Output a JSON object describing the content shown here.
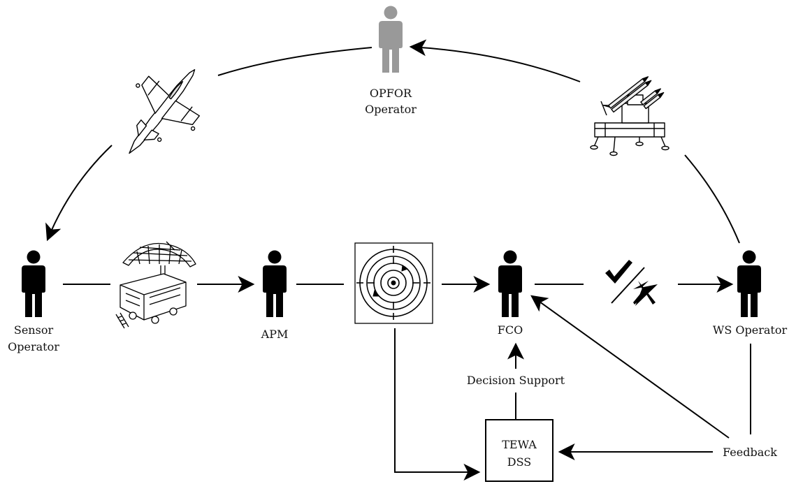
{
  "colors": {
    "line": "#000000",
    "person_primary": "#000000",
    "person_opfor": "#999999",
    "text": "#111111"
  },
  "labels": {
    "opfor_line1": "OPFOR",
    "opfor_line2": "Operator",
    "sensor_line1": "Sensor",
    "sensor_line2": "Operator",
    "apm": "APM",
    "fco": "FCO",
    "ws_operator": "WS Operator",
    "decision_support": "Decision Support",
    "tewa_line1": "TEWA",
    "tewa_line2": "DSS",
    "feedback": "Feedback"
  },
  "icons": {
    "opfor": "person-icon",
    "sensor": "person-icon",
    "apm": "person-icon",
    "fco": "person-icon",
    "ws": "person-icon",
    "aircraft": "fighter-jet-icon",
    "radar": "radar-vehicle-icon",
    "launcher": "missile-launcher-icon",
    "scope": "radar-scope-icon",
    "engage": "check-cross-icon"
  }
}
